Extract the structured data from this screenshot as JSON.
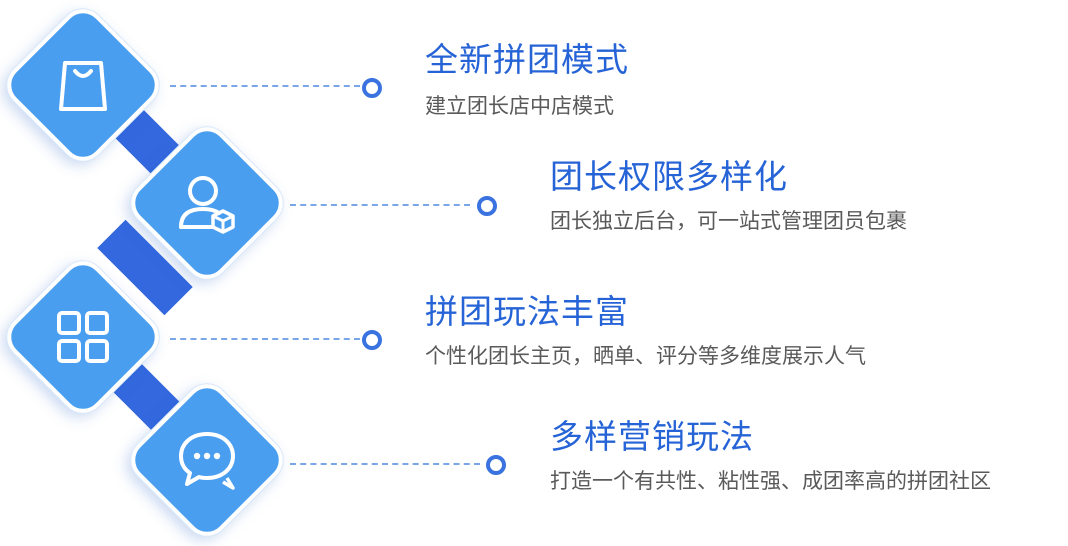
{
  "features": [
    {
      "title": "全新拼团模式",
      "description": "建立团长店中店模式",
      "icon": "shopping-bag-icon"
    },
    {
      "title": "团长权限多样化",
      "description": "团长独立后台，可一站式管理团员包裹",
      "icon": "user-package-icon"
    },
    {
      "title": "拼团玩法丰富",
      "description": "个性化团长主页，晒单、评分等多维度展示人气",
      "icon": "app-grid-icon"
    },
    {
      "title": "多样营销玩法",
      "description": "打造一个有共性、粘性强、成团率高的拼团社区",
      "icon": "chat-bubbles-icon"
    }
  ],
  "colors": {
    "tile_fill": "#4a9ef0",
    "connector": "#3468df",
    "title_text": "#2563d6",
    "description_text": "#5a5a5a",
    "dot_ring": "#3a73e0",
    "dashed_line": "#7aa6e8"
  }
}
